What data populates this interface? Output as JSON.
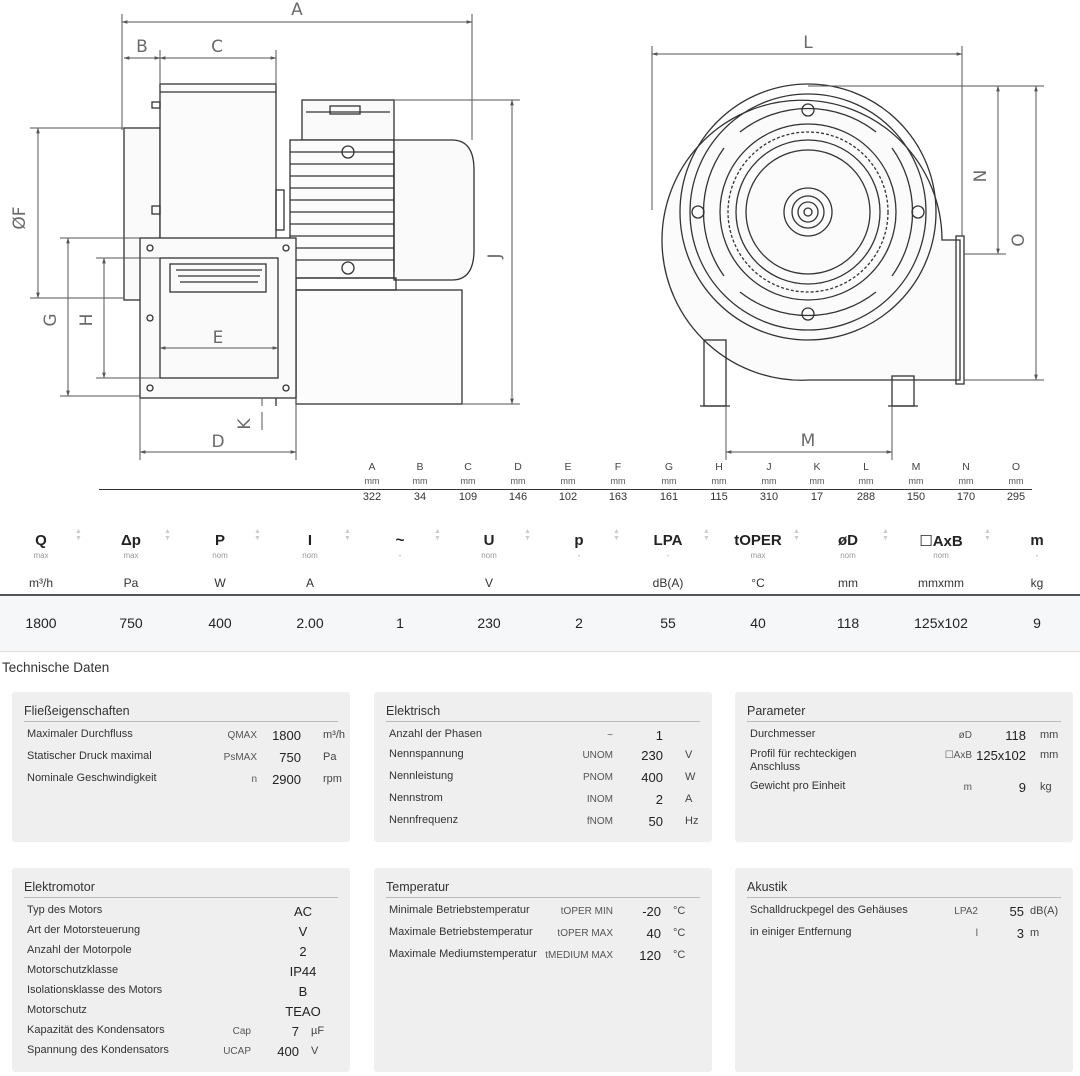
{
  "drawing": {
    "labels": {
      "A": "A",
      "B": "B",
      "C": "C",
      "F": "ØF",
      "G": "G",
      "H": "H",
      "E": "E",
      "J": "J",
      "D": "D",
      "K": "K",
      "L": "L",
      "N": "N",
      "O": "O",
      "M": "M"
    }
  },
  "dimensions": {
    "unit": "mm",
    "columns": [
      {
        "key": "A",
        "value": "322"
      },
      {
        "key": "B",
        "value": "34"
      },
      {
        "key": "C",
        "value": "109"
      },
      {
        "key": "D",
        "value": "146"
      },
      {
        "key": "E",
        "value": "102"
      },
      {
        "key": "F",
        "value": "163"
      },
      {
        "key": "G",
        "value": "161"
      },
      {
        "key": "H",
        "value": "115"
      },
      {
        "key": "J",
        "value": "310"
      },
      {
        "key": "K",
        "value": "17"
      },
      {
        "key": "L",
        "value": "288"
      },
      {
        "key": "M",
        "value": "150"
      },
      {
        "key": "N",
        "value": "170"
      },
      {
        "key": "O",
        "value": "295"
      }
    ]
  },
  "performance": [
    {
      "sym": "Q",
      "sub": "max",
      "unit": "m³/h",
      "value": "1800"
    },
    {
      "sym": "Δp",
      "sub": "max",
      "unit": "Pa",
      "value": "750"
    },
    {
      "sym": "P",
      "sub": "nom",
      "unit": "W",
      "value": "400"
    },
    {
      "sym": "I",
      "sub": "nom",
      "unit": "A",
      "value": "2.00"
    },
    {
      "sym": "~",
      "sub": "-",
      "unit": "",
      "value": "1"
    },
    {
      "sym": "U",
      "sub": "nom",
      "unit": "V",
      "value": "230"
    },
    {
      "sym": "p",
      "sub": "-",
      "unit": "",
      "value": "2"
    },
    {
      "sym": "LPA",
      "sub": "-",
      "unit": "dB(A)",
      "value": "55"
    },
    {
      "sym": "tOPER",
      "sub": "max",
      "unit": "°C",
      "value": "40"
    },
    {
      "sym": "øD",
      "sub": "nom",
      "unit": "mm",
      "value": "118"
    },
    {
      "sym": "☐AxB",
      "sub": "nom",
      "unit": "mmxmm",
      "value": "125x102"
    },
    {
      "sym": "m",
      "sub": "-",
      "unit": "kg",
      "value": "9"
    }
  ],
  "section_title": "Technische Daten",
  "cards": {
    "flow": {
      "title": "Fließeigenschaften",
      "rows": [
        {
          "label": "Maximaler Durchfluss",
          "sym": "QMAX",
          "value": "1800",
          "unit": "m³/h"
        },
        {
          "label": "Statischer Druck maximal",
          "sym": "PsMAX",
          "value": "750",
          "unit": "Pa"
        },
        {
          "label": "Nominale Geschwindigkeit",
          "sym": "n",
          "value": "2900",
          "unit": "rpm"
        }
      ]
    },
    "electric": {
      "title": "Elektrisch",
      "rows": [
        {
          "label": "Anzahl der Phasen",
          "sym": "~",
          "value": "1",
          "unit": ""
        },
        {
          "label": "Nennspannung",
          "sym": "UNOM",
          "value": "230",
          "unit": "V"
        },
        {
          "label": "Nennleistung",
          "sym": "PNOM",
          "value": "400",
          "unit": "W"
        },
        {
          "label": "Nennstrom",
          "sym": "INOM",
          "value": "2",
          "unit": "A"
        },
        {
          "label": "Nennfrequenz",
          "sym": "fNOM",
          "value": "50",
          "unit": "Hz"
        }
      ]
    },
    "params": {
      "title": "Parameter",
      "rows": [
        {
          "label": "Durchmesser",
          "sym": "øD",
          "value": "118",
          "unit": "mm"
        },
        {
          "label": "Profil für rechteckigen Anschluss",
          "sym": "☐AxB",
          "value": "125x102",
          "unit": "mm"
        },
        {
          "label": "Gewicht pro Einheit",
          "sym": "m",
          "value": "9",
          "unit": "kg"
        }
      ]
    },
    "motor": {
      "title": "Elektromotor",
      "rows": [
        {
          "label": "Typ des Motors",
          "sym": "",
          "value": "AC",
          "unit": ""
        },
        {
          "label": "Art der Motorsteuerung",
          "sym": "",
          "value": "V",
          "unit": ""
        },
        {
          "label": "Anzahl der Motorpole",
          "sym": "",
          "value": "2",
          "unit": ""
        },
        {
          "label": "Motorschutzklasse",
          "sym": "",
          "value": "IP44",
          "unit": ""
        },
        {
          "label": "Isolationsklasse des Motors",
          "sym": "",
          "value": "B",
          "unit": ""
        },
        {
          "label": "Motorschutz",
          "sym": "",
          "value": "TEAO",
          "unit": ""
        },
        {
          "label": "Kapazität des Kondensators",
          "sym": "Cap",
          "value": "7",
          "unit": "µF"
        },
        {
          "label": "Spannung des Kondensators",
          "sym": "UCAP",
          "value": "400",
          "unit": "V"
        }
      ]
    },
    "temp": {
      "title": "Temperatur",
      "rows": [
        {
          "label": "Minimale Betriebstemperatur",
          "sym": "tOPER MIN",
          "value": "-20",
          "unit": "°C"
        },
        {
          "label": "Maximale Betriebstemperatur",
          "sym": "tOPER MAX",
          "value": "40",
          "unit": "°C"
        },
        {
          "label": "Maximale Mediumstemperatur",
          "sym": "tMEDIUM MAX",
          "value": "120",
          "unit": "°C"
        }
      ]
    },
    "acoustic": {
      "title": "Akustik",
      "rows": [
        {
          "label": "Schalldruckpegel des Gehäuses",
          "sym": "LPA2",
          "value": "55",
          "unit": "dB(A)"
        },
        {
          "label": "in einiger Entfernung",
          "sym": "l",
          "value": "3",
          "unit": "m"
        }
      ]
    }
  }
}
